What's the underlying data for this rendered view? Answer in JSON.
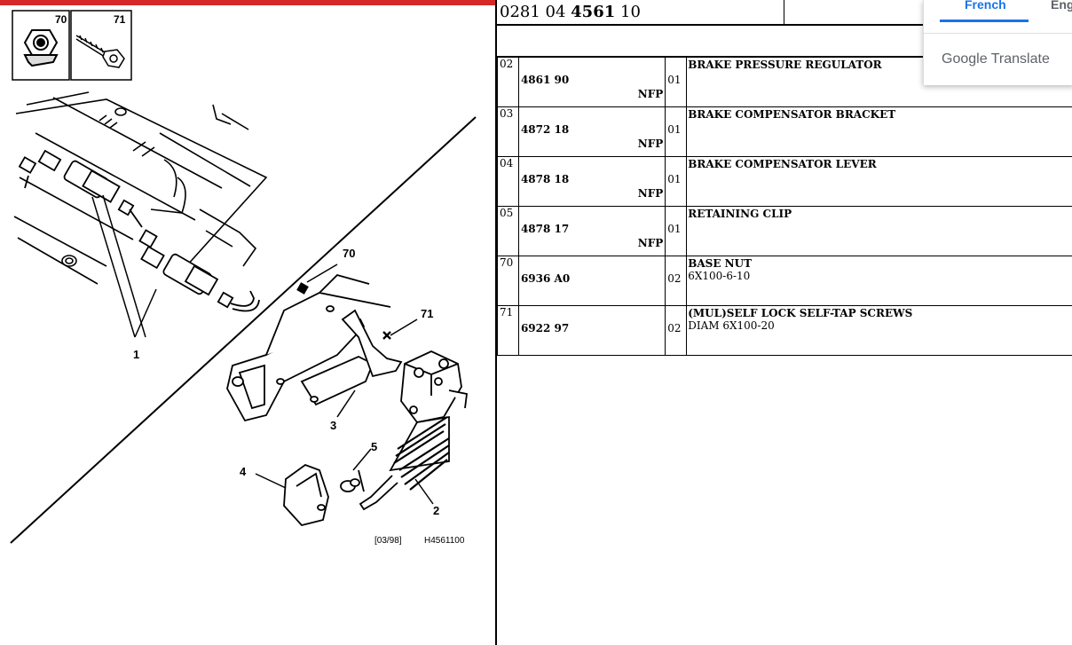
{
  "diagram": {
    "inset_labels": [
      "70",
      "71"
    ],
    "callouts": [
      "70",
      "71",
      "1",
      "3",
      "5",
      "4",
      "2"
    ],
    "date_code": "[03/98]",
    "figure_code": "H4561100"
  },
  "header": {
    "ref_prefix": "0281 04 ",
    "ref_bold": "4561",
    "ref_suffix": " 10"
  },
  "parts": [
    {
      "index": "02",
      "part_no": "4861 90",
      "nfp": "NFP",
      "qty": "01",
      "description": "BRAKE PRESSURE REGULATOR",
      "spec": ""
    },
    {
      "index": "03",
      "part_no": "4872 18",
      "nfp": "NFP",
      "qty": "01",
      "description": "BRAKE COMPENSATOR BRACKET",
      "spec": ""
    },
    {
      "index": "04",
      "part_no": "4878 18",
      "nfp": "NFP",
      "qty": "01",
      "description": "BRAKE COMPENSATOR LEVER",
      "spec": ""
    },
    {
      "index": "05",
      "part_no": "4878 17",
      "nfp": "NFP",
      "qty": "01",
      "description": "RETAINING CLIP",
      "spec": ""
    },
    {
      "index": "70",
      "part_no": "6936 A0",
      "nfp": "",
      "qty": "02",
      "description": "BASE NUT",
      "spec": "6X100-6-10"
    },
    {
      "index": "71",
      "part_no": "6922 97",
      "nfp": "",
      "qty": "02",
      "description": "(MUL)SELF LOCK SELF-TAP SCREWS",
      "spec": "DIAM 6X100-20"
    }
  ],
  "translate_popup": {
    "tab_active": "French",
    "tab_other": "Eng",
    "brand": "Google Translate",
    "accent_color": "#1a73e8"
  }
}
